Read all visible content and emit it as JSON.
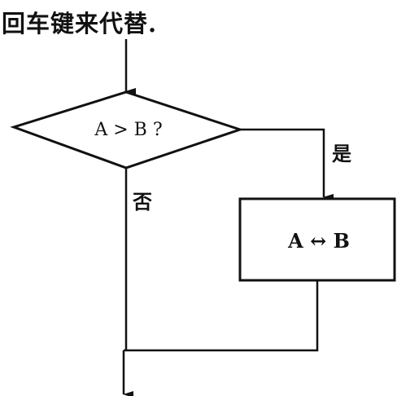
{
  "caption": "回车键来代替.",
  "flowchart": {
    "decision_text": "A > B ?",
    "yes_label": "是",
    "no_label": "否",
    "process_text": "A ↔ B"
  }
}
